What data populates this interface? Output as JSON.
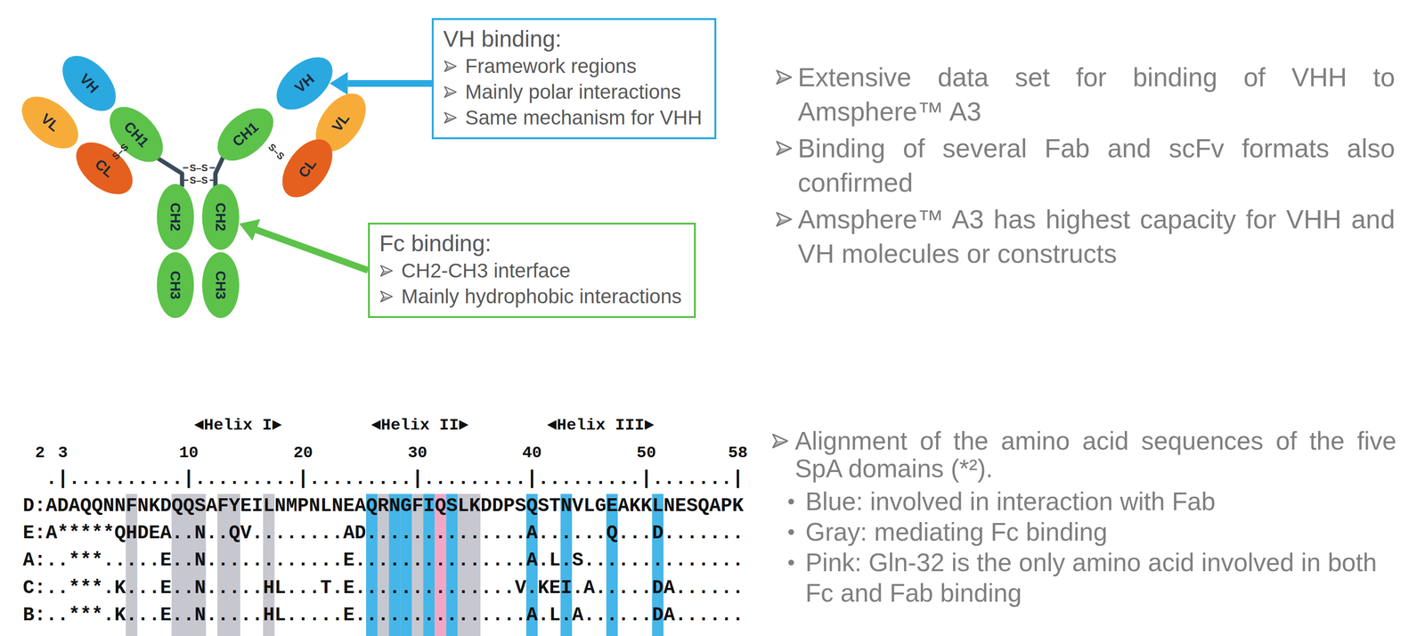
{
  "diagram": {
    "nodes": [
      {
        "text": [
          "VH"
        ]
      },
      {
        "text": [
          "VL"
        ]
      },
      {
        "text": [
          "CL"
        ]
      },
      {
        "text": [
          "CH1"
        ]
      },
      {
        "text": [
          "CH1"
        ]
      },
      {
        "text": [
          "VH"
        ]
      },
      {
        "text": [
          "VL"
        ]
      },
      {
        "text": [
          "CL"
        ]
      },
      {
        "text": [
          "CH2"
        ]
      },
      {
        "text": [
          "CH3"
        ]
      },
      {
        "text": [
          "CH2"
        ]
      },
      {
        "text": [
          "CH3"
        ]
      },
      {
        "text": [
          "VH binding:",
          "Framework regions",
          "Mainly polar interactions",
          "Same mechanism for VHH"
        ]
      },
      {
        "text": [
          "Fc binding:",
          "CH2-CH3 interface",
          "Mainly hydrophobic interactions"
        ]
      }
    ],
    "edges": [
      {
        "from": 12,
        "to": 5,
        "arrow": "to"
      },
      {
        "from": 13,
        "to": 10,
        "arrow": "to"
      }
    ],
    "labels": [
      "S–S",
      "S–S",
      "S–S",
      "S–S",
      "Extensive data set for binding of VHH to Amsphere™ A3",
      "Binding of several Fab and scFv formats also confirmed",
      "Amsphere™ A3 has highest capacity for VHH and VH molecules or constructs",
      "◄Helix I►",
      "◄Helix II►",
      "◄Helix III►",
      "2",
      "3",
      "10",
      "20",
      "30",
      "40",
      "50",
      "58",
      ".|..........|.........|.........|.........|.........|.......|",
      "D:ADAQQNNFNKDQQSAFYEILNMPNLNEAQRNGFIQSLKDDPSQSTNVLGEAKKLNESQAPK",
      "E:A*****QHDEA..N..QV........AD..............A......Q...D.......",
      "A:..***.....E..N............E...............A.L.S..............",
      "C:..***.K...E..N.....HL...T.E..............V.KEI.A.....DA......",
      "B:..***.K...E..N.....HL.....E...............A.L.A......DA......",
      "Alignment of the amino acid sequences of the five SpA domains (*²).",
      "Blue: involved in interaction with Fab",
      "Gray: mediating Fc binding",
      "Pink: Gln-32 is the only amino acid involved in both Fc and Fab binding"
    ]
  }
}
